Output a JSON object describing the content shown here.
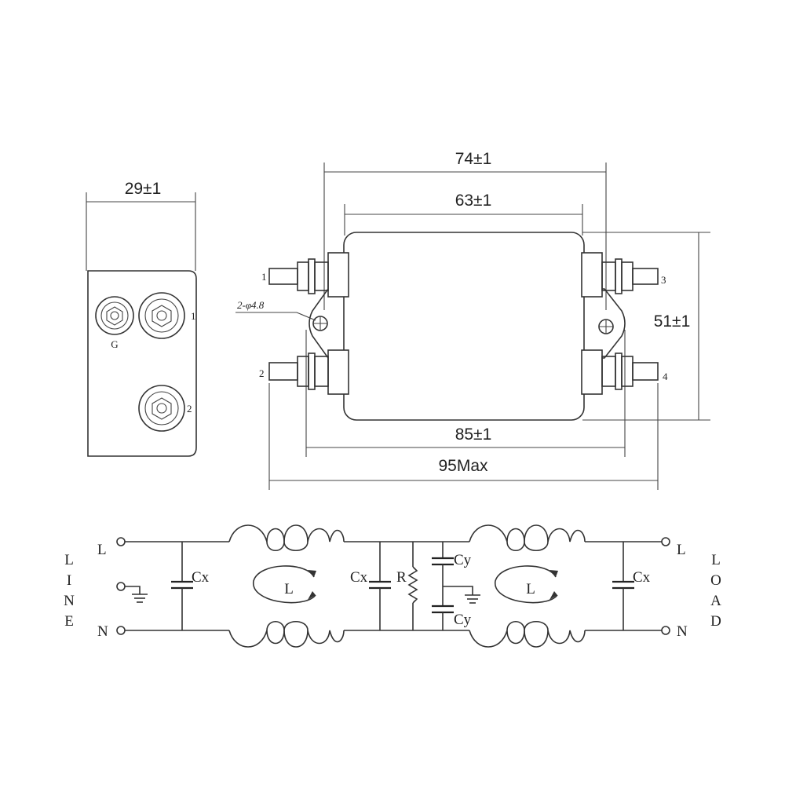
{
  "side_view": {
    "width_dim": "29±1",
    "terminal_g": "G",
    "terminal_1": "1",
    "terminal_2": "2"
  },
  "top_view": {
    "dim_74": "74±1",
    "dim_63": "63±1",
    "dim_51": "51±1",
    "dim_85": "85±1",
    "dim_95": "95Max",
    "hole_label": "2-φ4.8",
    "pin_1": "1",
    "pin_2": "2",
    "pin_3": "3",
    "pin_4": "4"
  },
  "schematic": {
    "line_letters": [
      "L",
      "I",
      "N",
      "E"
    ],
    "load_letters": [
      "L",
      "O",
      "A",
      "D"
    ],
    "in_l": "L",
    "in_n": "N",
    "out_l": "L",
    "out_n": "N",
    "cx_1": "Cx",
    "cx_2": "Cx",
    "cx_3": "Cx",
    "resistor": "R",
    "cy_top": "Cy",
    "cy_bottom": "Cy",
    "inductor_1": "L",
    "inductor_2": "L"
  }
}
